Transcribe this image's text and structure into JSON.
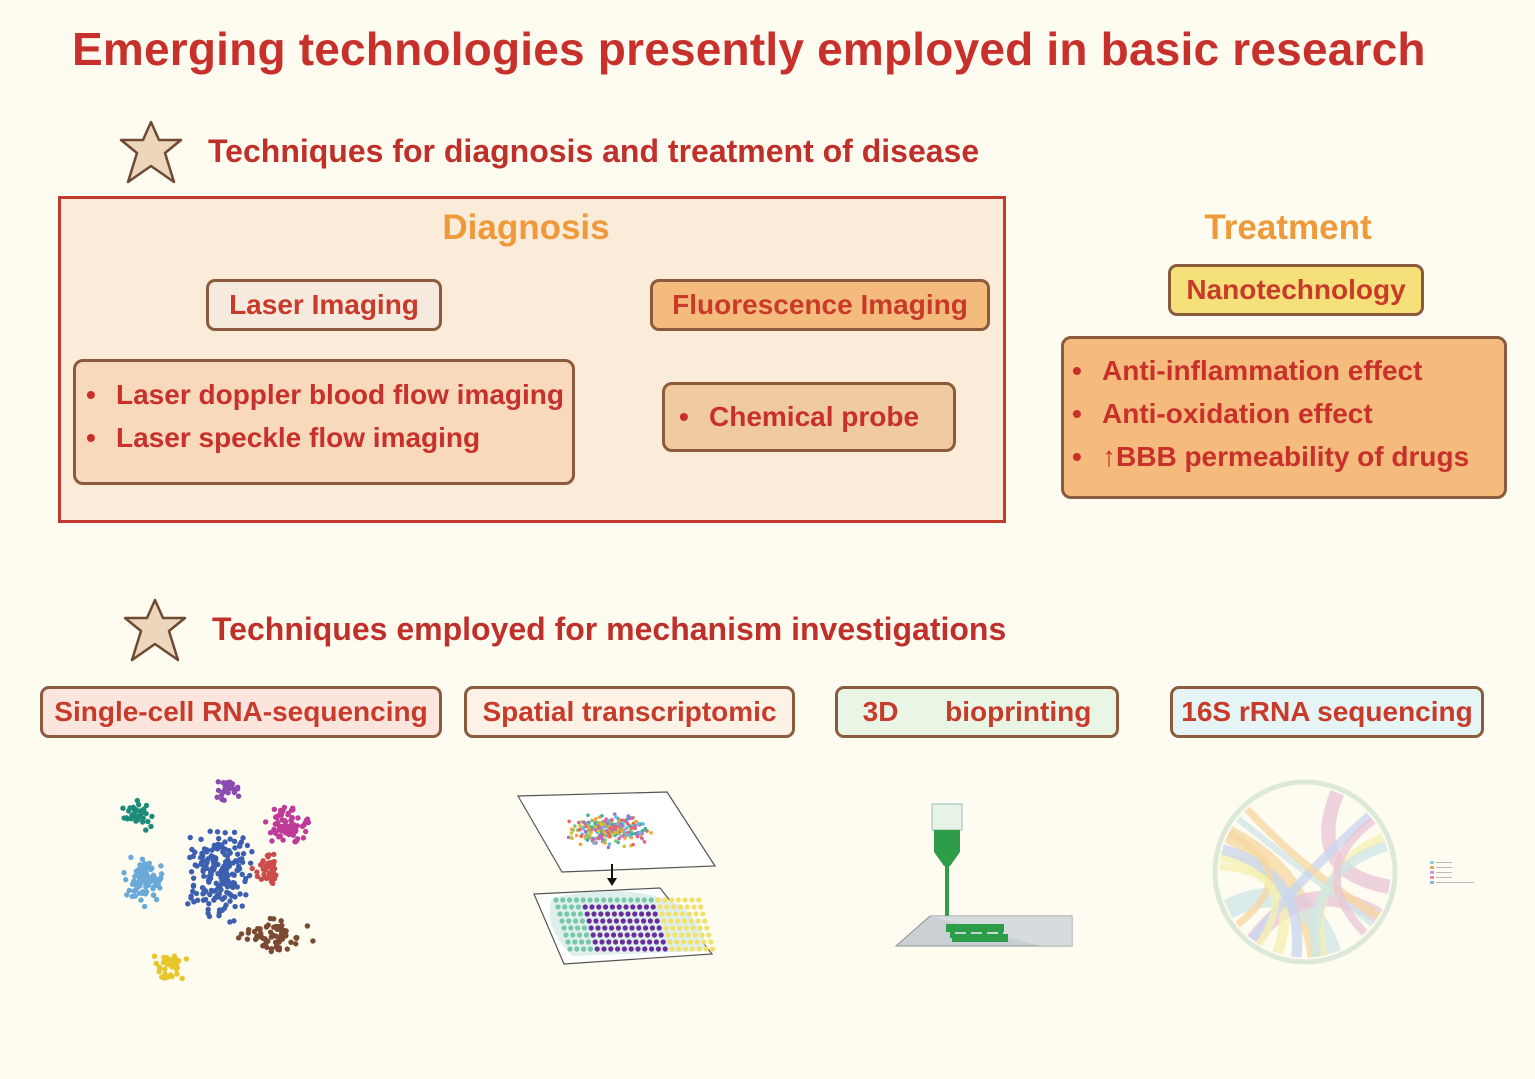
{
  "title": "Emerging technologies presently employed in basic research",
  "section1": {
    "title": "Techniques for diagnosis and treatment of disease"
  },
  "diagnosis": {
    "heading": "Diagnosis",
    "laser": {
      "label": "Laser Imaging",
      "items": [
        "Laser doppler blood flow imaging",
        "Laser speckle flow imaging"
      ]
    },
    "fluorescence": {
      "label": "Fluorescence Imaging",
      "items": [
        "Chemical probe"
      ]
    }
  },
  "treatment": {
    "heading": "Treatment",
    "label": "Nanotechnology",
    "items": [
      "Anti-inflammation effect",
      "Anti-oxidation effect",
      "↑BBB permeability of drugs"
    ]
  },
  "section2": {
    "title": "Techniques employed for mechanism investigations"
  },
  "techniques": [
    {
      "label": "Single-cell RNA-sequencing",
      "image": "tsne-cluster-plot"
    },
    {
      "label": "Spatial transcriptomic",
      "image": "spatial-mapping-illustration"
    },
    {
      "label": "3D      bioprinting",
      "image": "bioprinter-nozzle-illustration"
    },
    {
      "label": "16S rRNA sequencing",
      "image": "chord-diagram"
    }
  ],
  "bullet_glyph": "•",
  "colors": {
    "title": "#c8302c",
    "heading": "#ef9a3a",
    "box_border": "#8c5a3c",
    "star_fill": "#ecd7bd",
    "laser_pill": "#f6e9dd",
    "fluorescence_pill": "#f5bb7c",
    "nanotech_pill": "#f6e07a",
    "treatment_box": "#f5bb7c",
    "scrna_pill": "#fbe5dc",
    "spatial_pill": "#fdf2e6",
    "bioprint_pill": "#e9f6e6",
    "rrna_pill": "#e5f4f4"
  }
}
